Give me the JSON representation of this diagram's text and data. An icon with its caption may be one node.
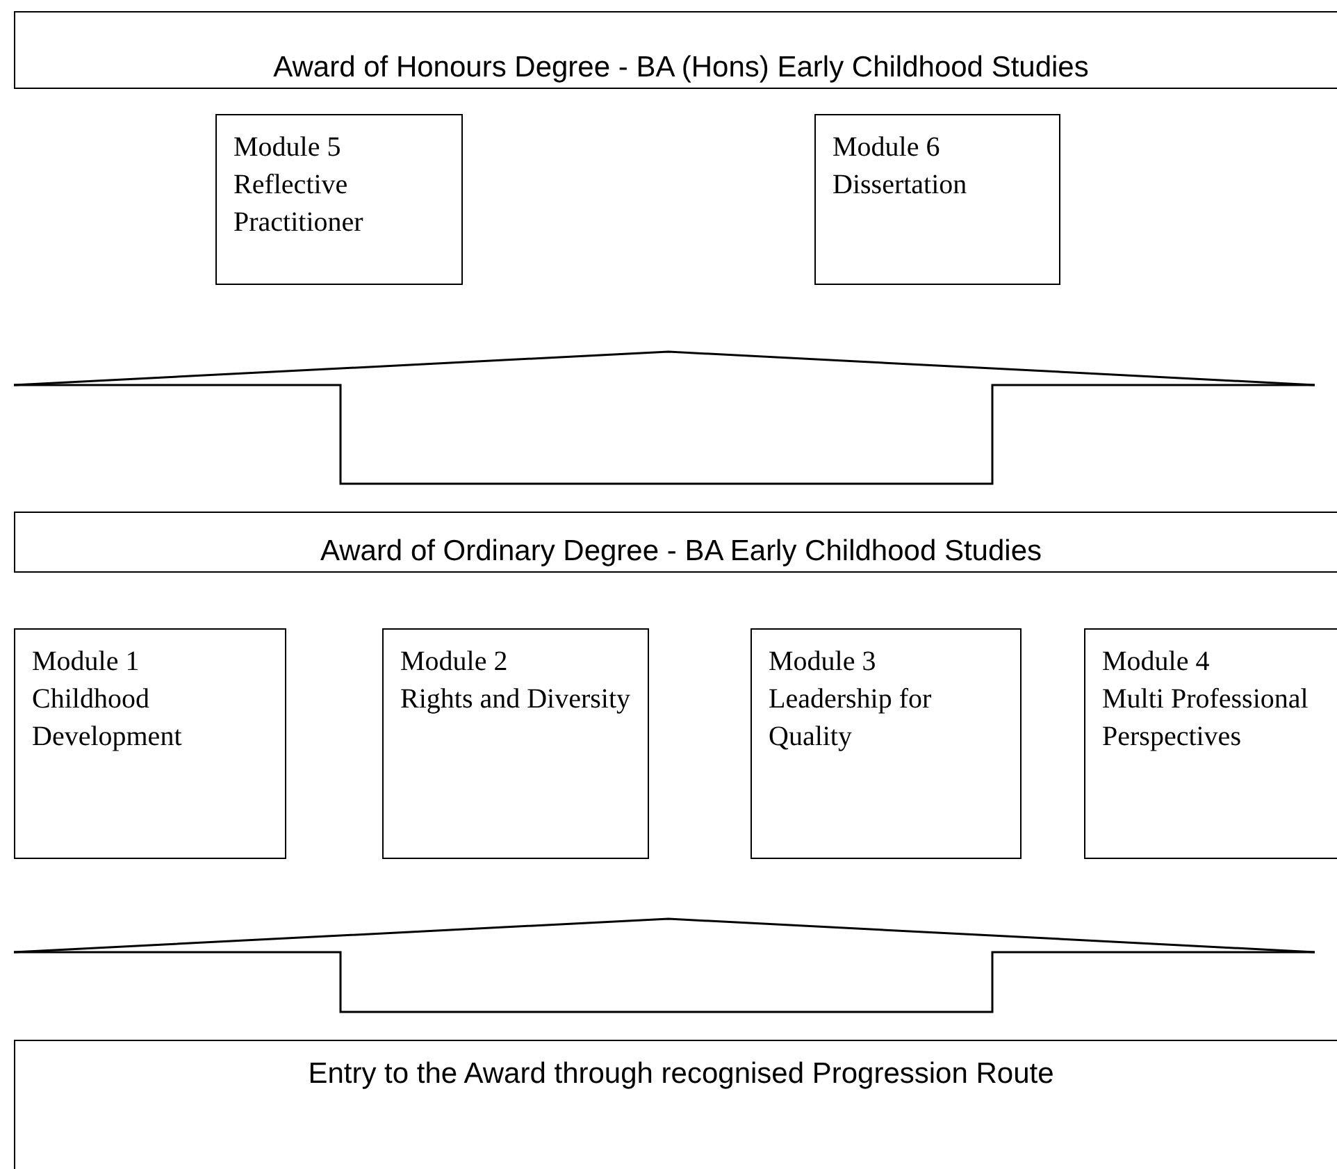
{
  "diagram": {
    "nodes": [
      {
        "text": [
          "Award of Honours Degree - BA (Hons) Early Childhood Studies"
        ]
      },
      {
        "text": [
          "Module 5",
          "Reflective Practitioner"
        ]
      },
      {
        "text": [
          "Module 6",
          "Dissertation"
        ]
      },
      {
        "text": [
          "Award of Ordinary Degree - BA Early Childhood Studies"
        ]
      },
      {
        "text": [
          "Module 1",
          "Childhood Development"
        ]
      },
      {
        "text": [
          "Module 2",
          "Rights and Diversity"
        ]
      },
      {
        "text": [
          "Module 3",
          "Leadership for Quality"
        ]
      },
      {
        "text": [
          "Module 4",
          "Multi Professional Perspectives"
        ]
      },
      {
        "text": [
          "Entry to the Award through recognised Progression Route"
        ]
      }
    ]
  }
}
